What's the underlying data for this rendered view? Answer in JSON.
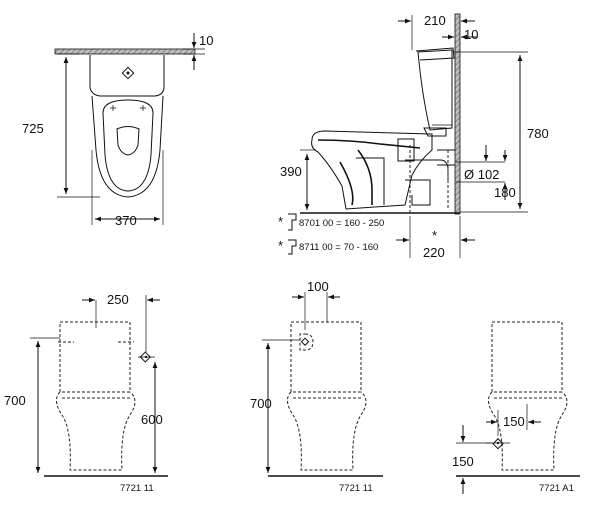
{
  "top_view": {
    "dim_height": "725",
    "dim_width": "370",
    "dim_wall": "10"
  },
  "side_view": {
    "dim_top": "210",
    "dim_wall": "10",
    "dim_height": "780",
    "dim_seat": "390",
    "dim_pipe": "Ø 102",
    "dim_outlet": "180",
    "dim_bottom": "220",
    "star": "*",
    "note1": "8701 00 = 160 - 250",
    "note2": "8711 00 = 70 - 160"
  },
  "front_view_1": {
    "dim_width": "250",
    "dim_height": "700",
    "dim_connection": "600",
    "code": "7721 11"
  },
  "front_view_2": {
    "dim_width": "100",
    "dim_height": "700",
    "code": "7721 11"
  },
  "front_view_3": {
    "dim_width": "150",
    "dim_height": "150",
    "code": "7721 A1"
  }
}
